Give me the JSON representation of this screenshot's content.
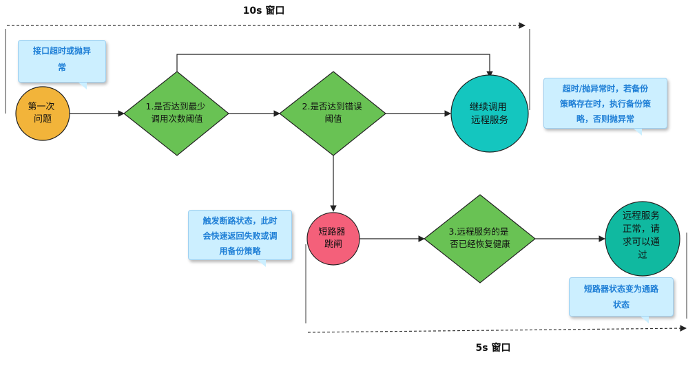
{
  "windows": {
    "top": "10s 窗口",
    "bottom": "5s 窗口"
  },
  "nodes": {
    "start": [
      "第一次",
      "问题"
    ],
    "check_min": [
      "1.是否达到最少",
      "调用次数阈值"
    ],
    "check_error": [
      "2.是否达到错误",
      "阈值"
    ],
    "continue_call": [
      "继续调用",
      "远程服务"
    ],
    "breaker_open": [
      "短路器",
      "跳闸"
    ],
    "check_recover": [
      "3.远程服务的是",
      "否已经恢复健康"
    ],
    "recovered": [
      "远程服务",
      "正常，请",
      "求可以通",
      "过"
    ]
  },
  "notes": {
    "timeout": [
      "接口超时或抛异",
      "常"
    ],
    "fallback": [
      "超时/抛异常时，若备份",
      "策略存在时，执行备份策",
      "略，否则抛异常"
    ],
    "trip": [
      "触发断路状态，此时",
      "会快速返回失败或调",
      "用备份策略"
    ],
    "close": [
      "短路器状态变为通路",
      "状态"
    ]
  },
  "colors": {
    "start_fill": "#f2b43a",
    "decision_fill": "#69c254",
    "continue_fill": "#14c6bf",
    "breaker_fill": "#f4607a",
    "recovered_fill": "#10b9a0",
    "note_fill": "#ccefff",
    "note_text": "#1f7fd6",
    "line": "#222222"
  }
}
